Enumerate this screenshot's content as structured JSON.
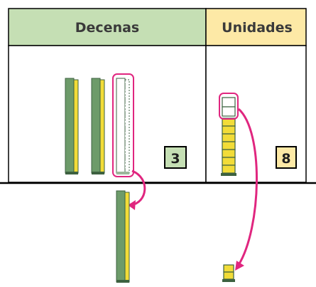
{
  "table": {
    "headers": {
      "tens": "Decenas",
      "units": "Unidades"
    },
    "tens_count": "3",
    "units_count": "8"
  },
  "colors": {
    "tens_header_bg": "#c5dfb4",
    "units_header_bg": "#fde9a6",
    "rod_green": "#6d9b6a",
    "rod_dark": "#3d6140",
    "cube_yellow": "#f2dc38",
    "highlight_pink": "#e0267f",
    "count_box_green": "#c5dfb4",
    "count_box_yellow": "#fde9a6",
    "grid_line": "#000000"
  },
  "visual": {
    "tens_rods_in_table": 3,
    "unit_cubes_in_table": 8
  }
}
